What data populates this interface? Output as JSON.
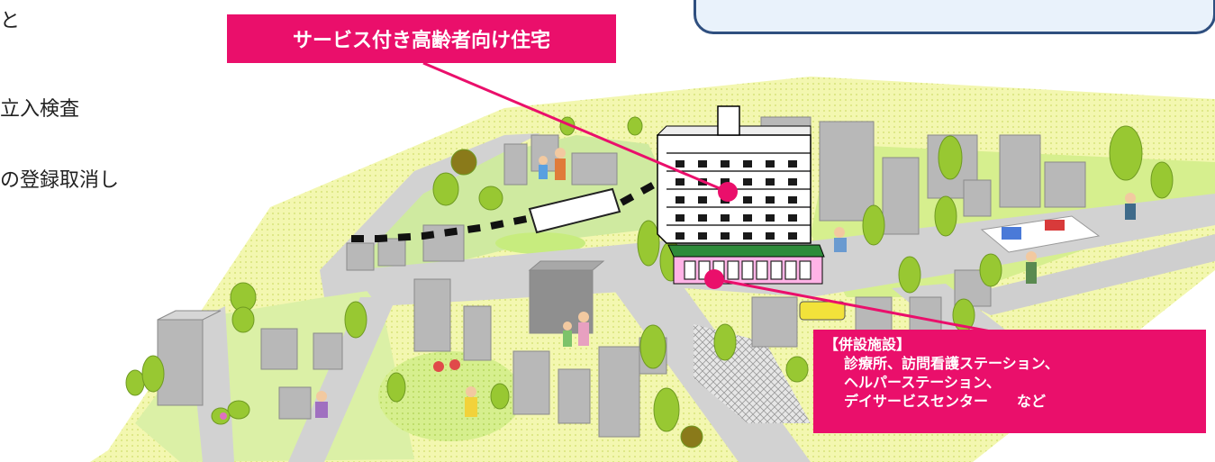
{
  "left_text": {
    "line1": "と",
    "line2": "立入検査",
    "line3": "の登録取消し"
  },
  "labels": {
    "sah": "サービス付き高齢者向け住宅",
    "facility_title": "【併設施設】",
    "facility_line1": "診療所、訪問看護ステーション、",
    "facility_line2": "ヘルパーステーション、",
    "facility_line3": "デイサービスセンター　　など"
  },
  "colors": {
    "accent": "#ea0f6b",
    "ground": "#f6f8b5",
    "park": "#d9f09a",
    "road": "#d2d2d2",
    "tree": "#9acd32",
    "building": "#b8b8b8",
    "callout_border": "#2f4f7f"
  }
}
